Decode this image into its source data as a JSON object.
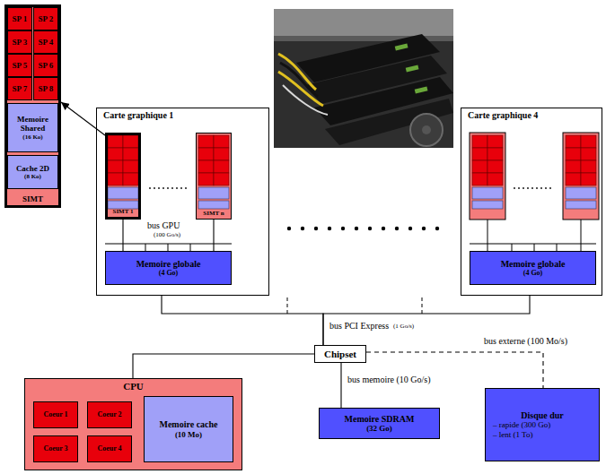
{
  "diagram": {
    "nodes": [
      {
        "text": [
          "SIMT"
        ]
      },
      {
        "text": [
          "SP 1"
        ],
        "in": 0
      },
      {
        "text": [
          "SP 2"
        ],
        "in": 0
      },
      {
        "text": [
          "SP 3"
        ],
        "in": 0
      },
      {
        "text": [
          "SP 4"
        ],
        "in": 0
      },
      {
        "text": [
          "SP 5"
        ],
        "in": 0
      },
      {
        "text": [
          "SP 6"
        ],
        "in": 0
      },
      {
        "text": [
          "SP 7"
        ],
        "in": 0
      },
      {
        "text": [
          "SP 8"
        ],
        "in": 0
      },
      {
        "text": [
          "Memoire Shared",
          "(16 Ko)"
        ],
        "in": 0
      },
      {
        "text": [
          "Cache 2D",
          "(8 Ko)"
        ],
        "in": 0
      },
      {
        "text": [
          "Carte graphique 1"
        ]
      },
      {
        "text": [
          "SIMT 1"
        ],
        "in": 11
      },
      {
        "text": [
          "SIMT n"
        ],
        "in": 11
      },
      {
        "text": [
          "Memoire globale",
          "(4 Go)"
        ],
        "in": 11
      },
      {
        "text": [
          "Carte graphique 4"
        ]
      },
      {
        "text": [
          "Memoire globale",
          "(4 Go)"
        ],
        "in": 15
      },
      {
        "text": [
          "Chipset"
        ]
      },
      {
        "text": [
          "CPU"
        ]
      },
      {
        "text": [
          "Coeur 1"
        ],
        "in": 18
      },
      {
        "text": [
          "Coeur 2"
        ],
        "in": 18
      },
      {
        "text": [
          "Coeur 3"
        ],
        "in": 18
      },
      {
        "text": [
          "Coeur 4"
        ],
        "in": 18
      },
      {
        "text": [
          "Memoire cache",
          "(10 Mo)"
        ],
        "in": 18
      },
      {
        "text": [
          "Memoire SDRAM",
          "(32 Go)"
        ]
      },
      {
        "text": [
          "Disque dur",
          "– rapide (300 Go)",
          "– lent (1 To)"
        ]
      }
    ],
    "edges": [
      {
        "from": 12,
        "to": 0,
        "arrow": "to"
      },
      {
        "from": 12,
        "to": 14,
        "arrow": "none"
      },
      {
        "from": 13,
        "to": 14,
        "arrow": "none"
      },
      {
        "from": 11,
        "to": 17,
        "arrow": "none"
      },
      {
        "from": 15,
        "to": 17,
        "arrow": "none"
      },
      {
        "from": 17,
        "to": 18,
        "arrow": "none"
      },
      {
        "from": 17,
        "to": 24,
        "label": "bus memoire (10 Go/s)",
        "arrow": "none"
      },
      {
        "from": 17,
        "to": 25,
        "label": "bus externe (100 Mo/s)",
        "arrow": "none"
      }
    ],
    "labels": [
      "bus GPU",
      "(100 Go/s)",
      "bus PCI Express",
      "(1 Go/s)"
    ]
  }
}
